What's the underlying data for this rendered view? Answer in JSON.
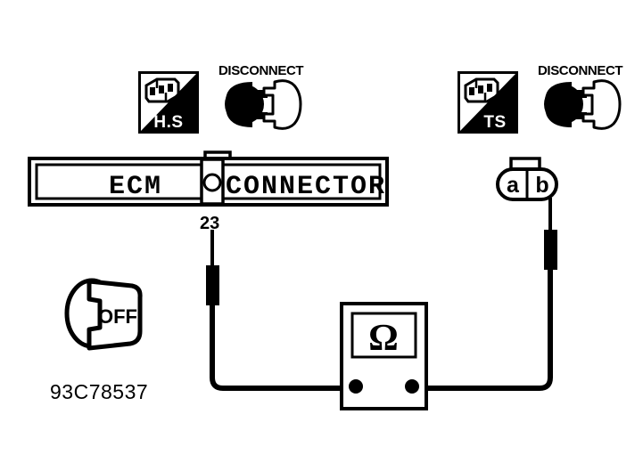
{
  "figure": {
    "id_code": "93C78537",
    "background_color": "#ffffff",
    "ink_color": "#000000"
  },
  "ecm_connector": {
    "left_label": "ECM",
    "right_label": "CONNECTOR",
    "pin_number": "23"
  },
  "harness_tile": {
    "label": "H.S",
    "icon": "connector-body-icon",
    "disconnect_label": "DISCONNECT"
  },
  "terminal_tile": {
    "label": "TS",
    "icon": "connector-body-icon",
    "disconnect_label": "DISCONNECT"
  },
  "inline_connector": {
    "cavity_a": "a",
    "cavity_b": "b"
  },
  "ignition_key": {
    "position_label": "OFF"
  },
  "meter": {
    "symbol": "Ω",
    "symbol_name": "ohm-symbol"
  }
}
